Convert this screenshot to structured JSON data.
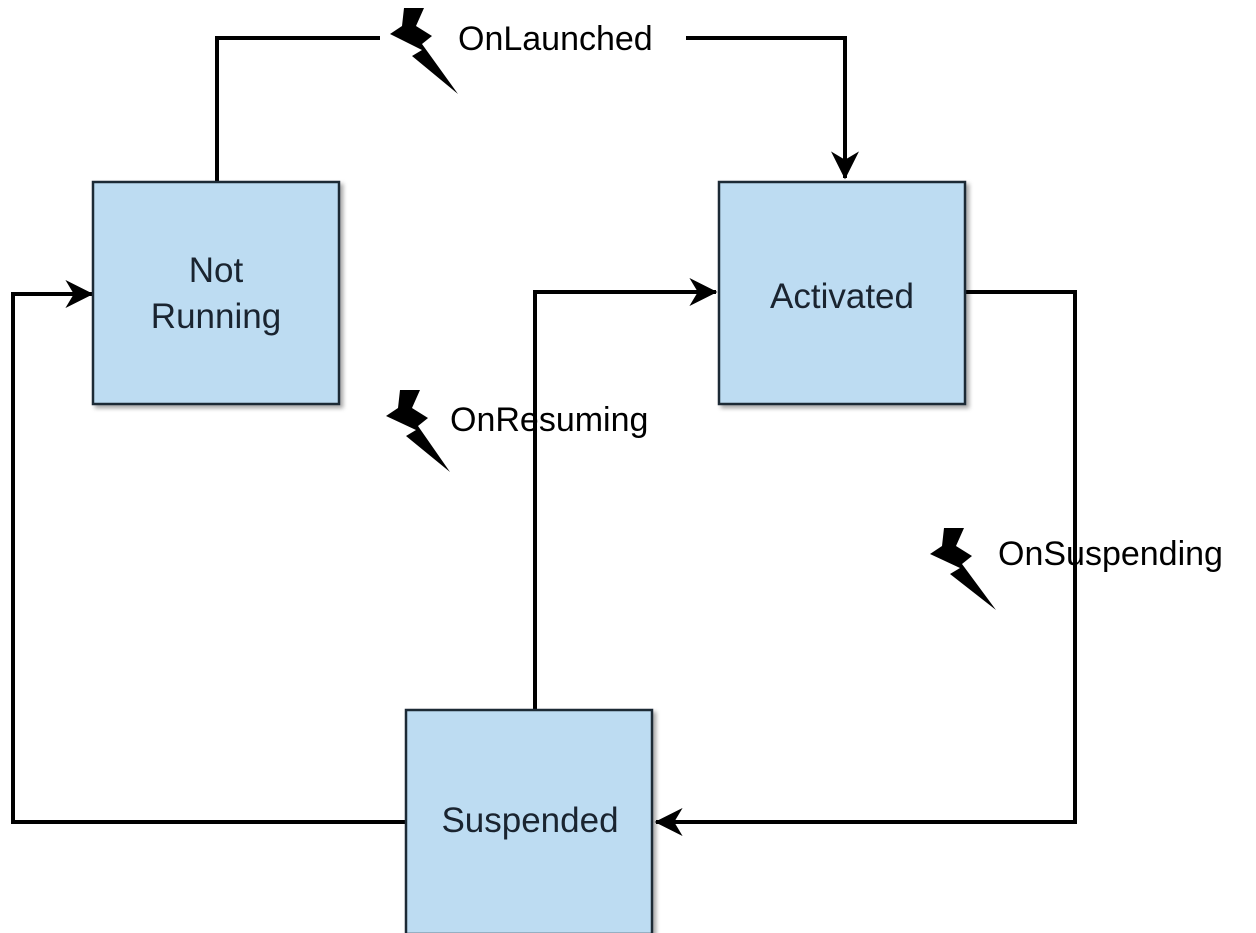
{
  "states": {
    "not_running": {
      "line1": "Not",
      "line2": "Running"
    },
    "activated": {
      "label": "Activated"
    },
    "suspended": {
      "label": "Suspended"
    }
  },
  "events": {
    "launched": "OnLaunched",
    "resuming": "OnResuming",
    "suspending": "OnSuspending"
  },
  "colors": {
    "state_fill": "#bddcf2",
    "state_border": "#1f2a36",
    "line": "#000000"
  },
  "icons": {
    "event": "lightning-bolt-icon"
  }
}
